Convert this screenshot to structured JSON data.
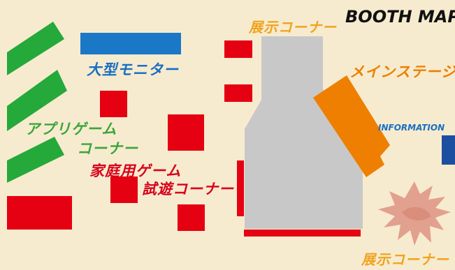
{
  "map": {
    "title": "BOOTH MAP",
    "labels": {
      "display_corner_top": "展示コーナー",
      "display_corner_bottom": "展示コーナー",
      "big_monitor": "大型モニター",
      "main_stage": "メインステージ",
      "information": "INFORMATION",
      "app_game_corner_line1": "アプリゲーム",
      "app_game_corner_line2": "コーナー",
      "console_game_trial_line1": "家庭用ゲーム",
      "console_game_trial_line2": "試遊コーナー"
    },
    "colors": {
      "background": "#f7ebcf",
      "green": "#25a93a",
      "blue": "#1a78c6",
      "red": "#e50012",
      "gray": "#c8c8c8",
      "orange": "#ee7f00",
      "navy": "#1c4fa0",
      "label_yellow": "#f0a31e",
      "label_green": "#3aa63a",
      "label_blue": "#1a6fc2",
      "label_red": "#d7001b",
      "dragon": "#e2a08f",
      "title": "#111111"
    },
    "icons": [
      "dragon-silhouette"
    ]
  }
}
